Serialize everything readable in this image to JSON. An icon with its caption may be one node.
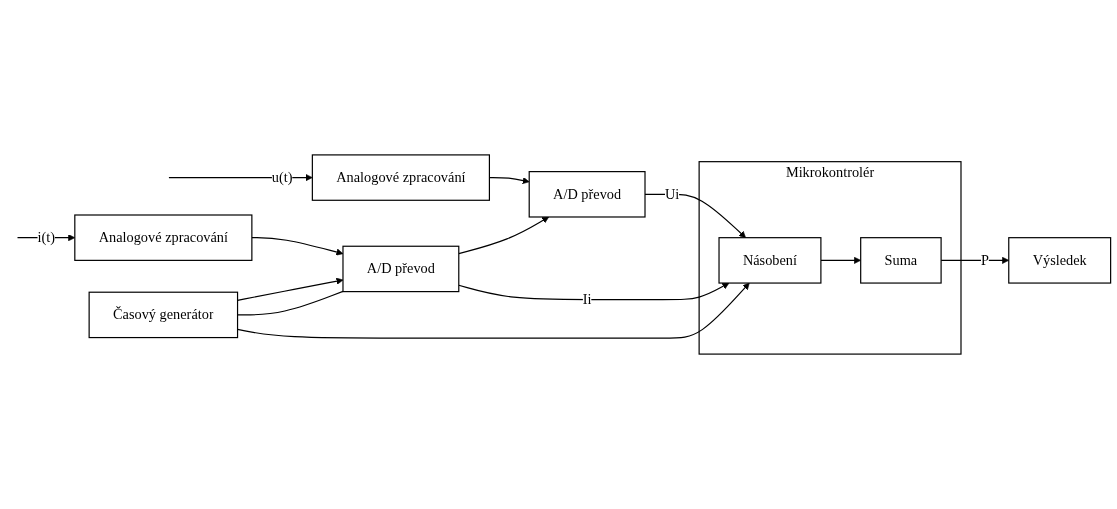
{
  "diagram": {
    "nodes": [
      {
        "text": [
          "Analogové zpracování"
        ]
      },
      {
        "text": [
          "A/D převod"
        ]
      },
      {
        "text": [
          "Mikrokontrolér"
        ]
      },
      {
        "text": [
          "Násobení"
        ],
        "in": 2
      },
      {
        "text": [
          "Suma"
        ],
        "in": 2
      },
      {
        "text": [
          "Výsledek"
        ]
      },
      {
        "text": [
          "Analogové zpracování"
        ]
      },
      {
        "text": [
          "A/D převod"
        ]
      },
      {
        "text": [
          "Časový generátor"
        ]
      }
    ],
    "edges": [
      {
        "from": null,
        "to": 0,
        "arrow": "to",
        "label": "u(t)"
      },
      {
        "from": 0,
        "to": 1,
        "arrow": "to"
      },
      {
        "from": 1,
        "to": 3,
        "arrow": "to",
        "label": "Ui"
      },
      {
        "from": 3,
        "to": 4,
        "arrow": "to"
      },
      {
        "from": 4,
        "to": 5,
        "arrow": "to",
        "label": "P"
      },
      {
        "from": null,
        "to": 6,
        "arrow": "to",
        "label": "i(t)"
      },
      {
        "from": 6,
        "to": 7,
        "arrow": "to"
      },
      {
        "from": 7,
        "to": 3,
        "arrow": "to",
        "label": "Ii"
      },
      {
        "from": 7,
        "to": 1,
        "arrow": "to"
      },
      {
        "from": 8,
        "to": 7,
        "arrow": "to"
      },
      {
        "from": 8,
        "to": 7,
        "arrow": "none"
      },
      {
        "from": 8,
        "to": 3,
        "arrow": "to"
      }
    ]
  }
}
